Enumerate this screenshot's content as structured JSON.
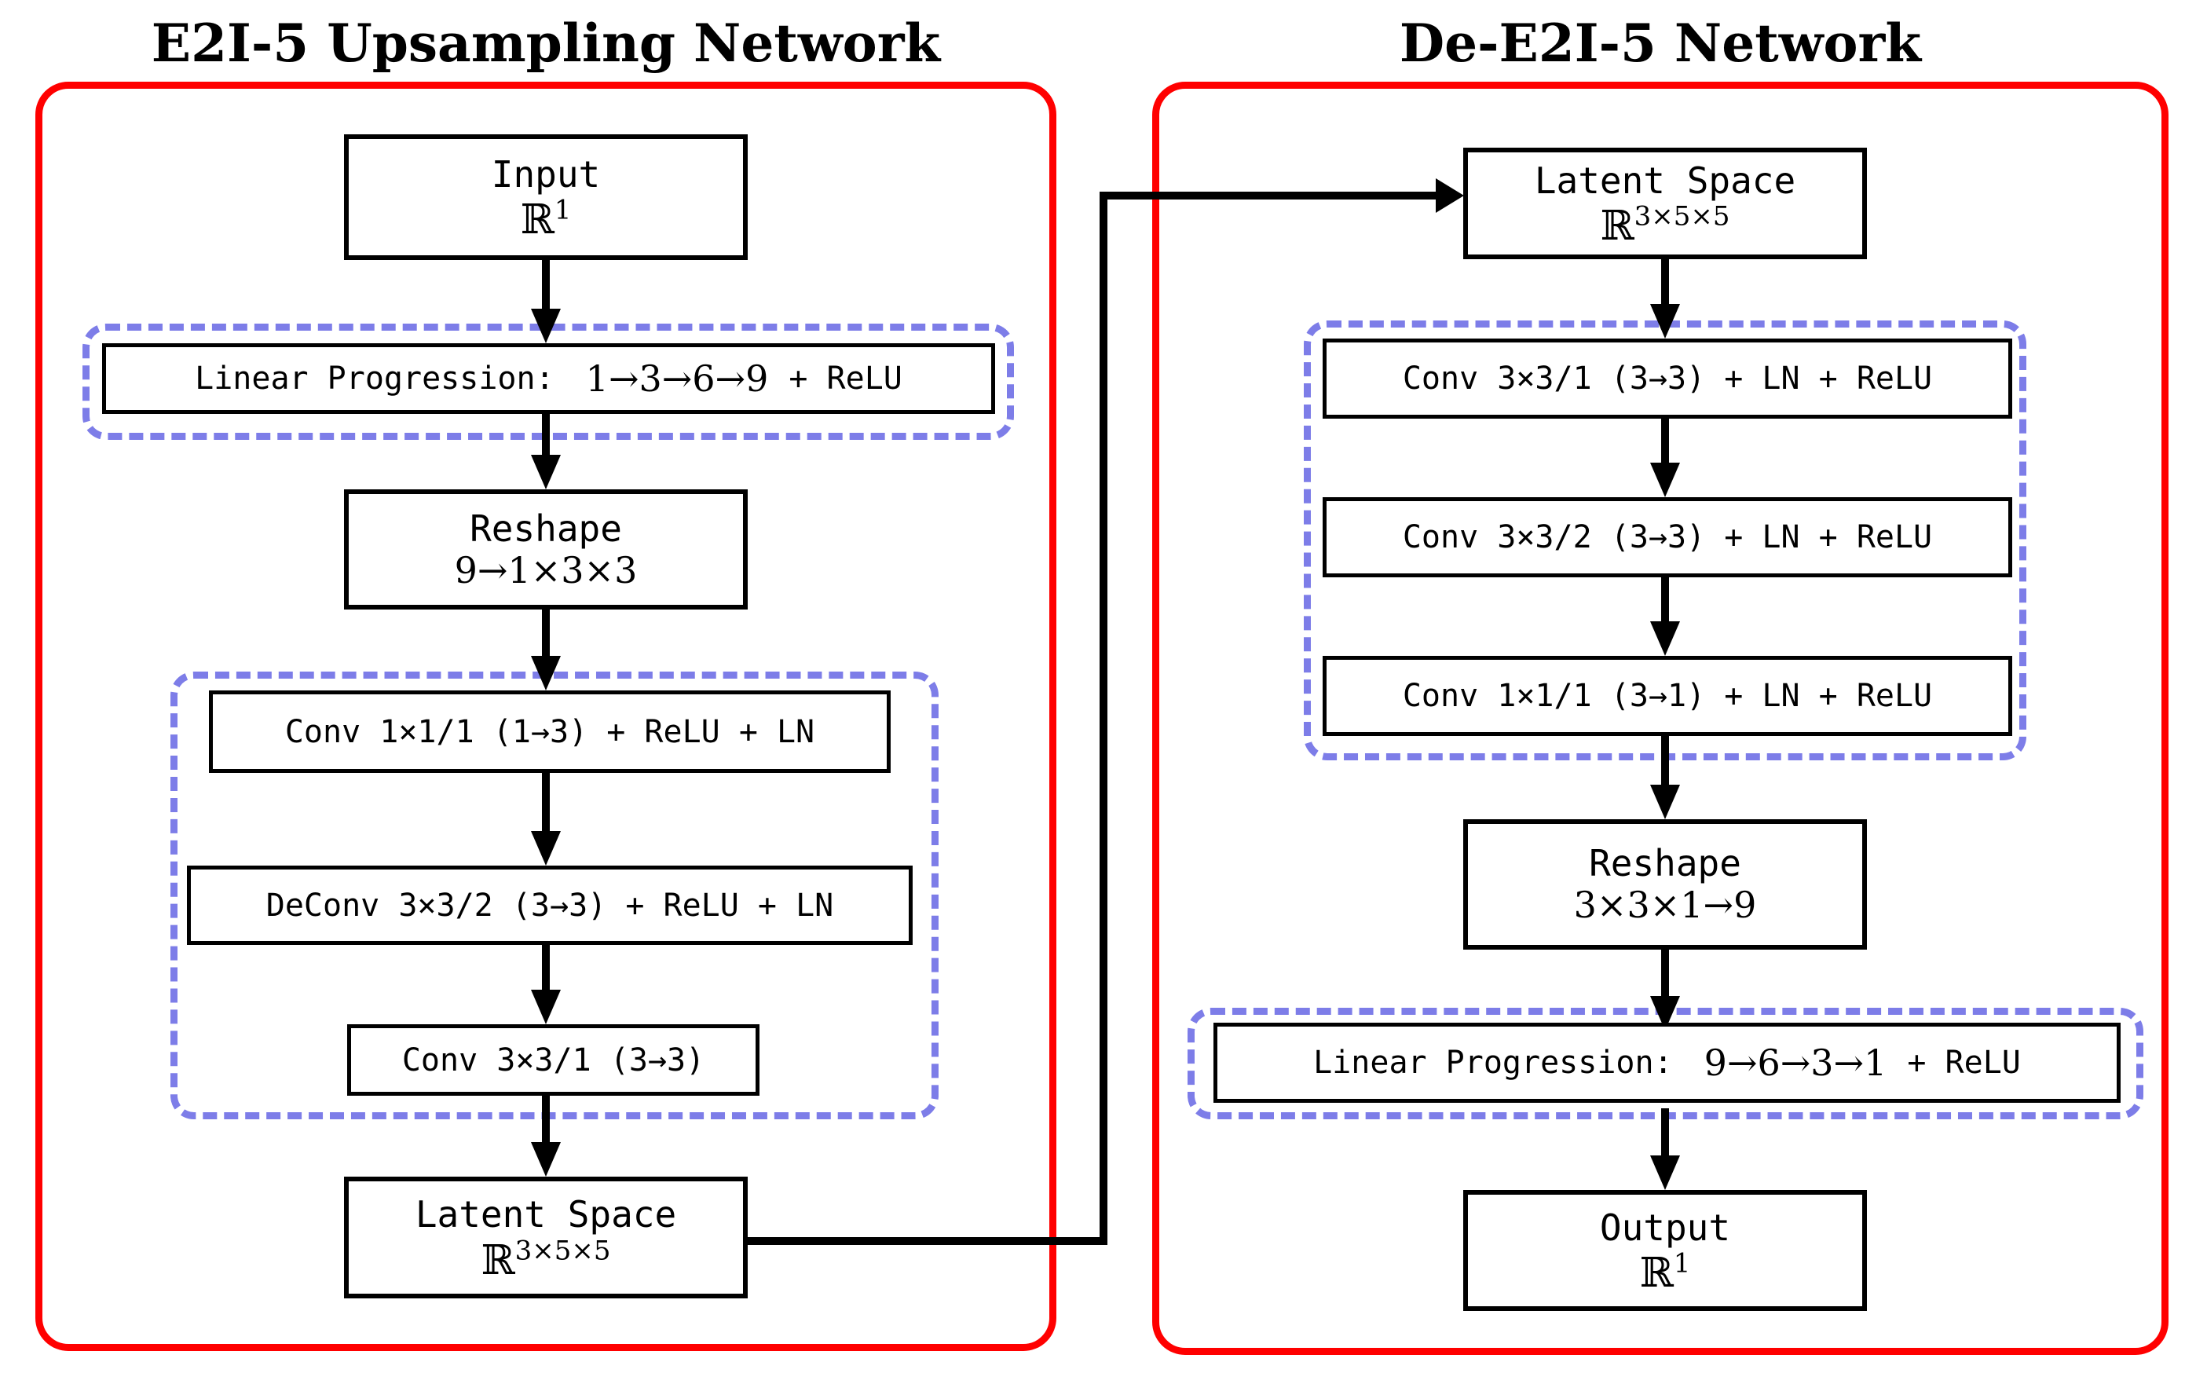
{
  "left_network": {
    "title": "E2I-5 Upsampling Network",
    "input": {
      "name": "Input",
      "dim_base": "ℝ",
      "dim_sup": "1"
    },
    "linprog": {
      "label": "Linear Progression:",
      "math": "1→3→6→9",
      "suffix": "+ ReLU"
    },
    "reshape": {
      "name": "Reshape",
      "math": "9→1×3×3"
    },
    "conv1": "Conv 1×1/1 (1→3) + ReLU + LN",
    "deconv": "DeConv 3×3/2 (3→3) + ReLU + LN",
    "conv2": "Conv 3×3/1 (3→3)",
    "latent": {
      "name": "Latent Space",
      "dim_base": "ℝ",
      "dim_sup": "3×5×5"
    }
  },
  "right_network": {
    "title": "De-E2I-5 Network",
    "latent": {
      "name": "Latent Space",
      "dim_base": "ℝ",
      "dim_sup": "3×5×5"
    },
    "conv1": "Conv 3×3/1 (3→3) + LN + ReLU",
    "conv2": "Conv 3×3/2 (3→3) + LN + ReLU",
    "conv3": "Conv 1×1/1 (3→1) + LN + ReLU",
    "reshape": {
      "name": "Reshape",
      "math": "3×3×1→9"
    },
    "linprog": {
      "label": "Linear Progression:",
      "math": "9→6→3→1",
      "suffix": "+ ReLU"
    },
    "output": {
      "name": "Output",
      "dim_base": "ℝ",
      "dim_sup": "1"
    }
  },
  "colors": {
    "frame_red": "#ff0000",
    "dashed_blue": "#7d7de8",
    "line_black": "#000000"
  }
}
